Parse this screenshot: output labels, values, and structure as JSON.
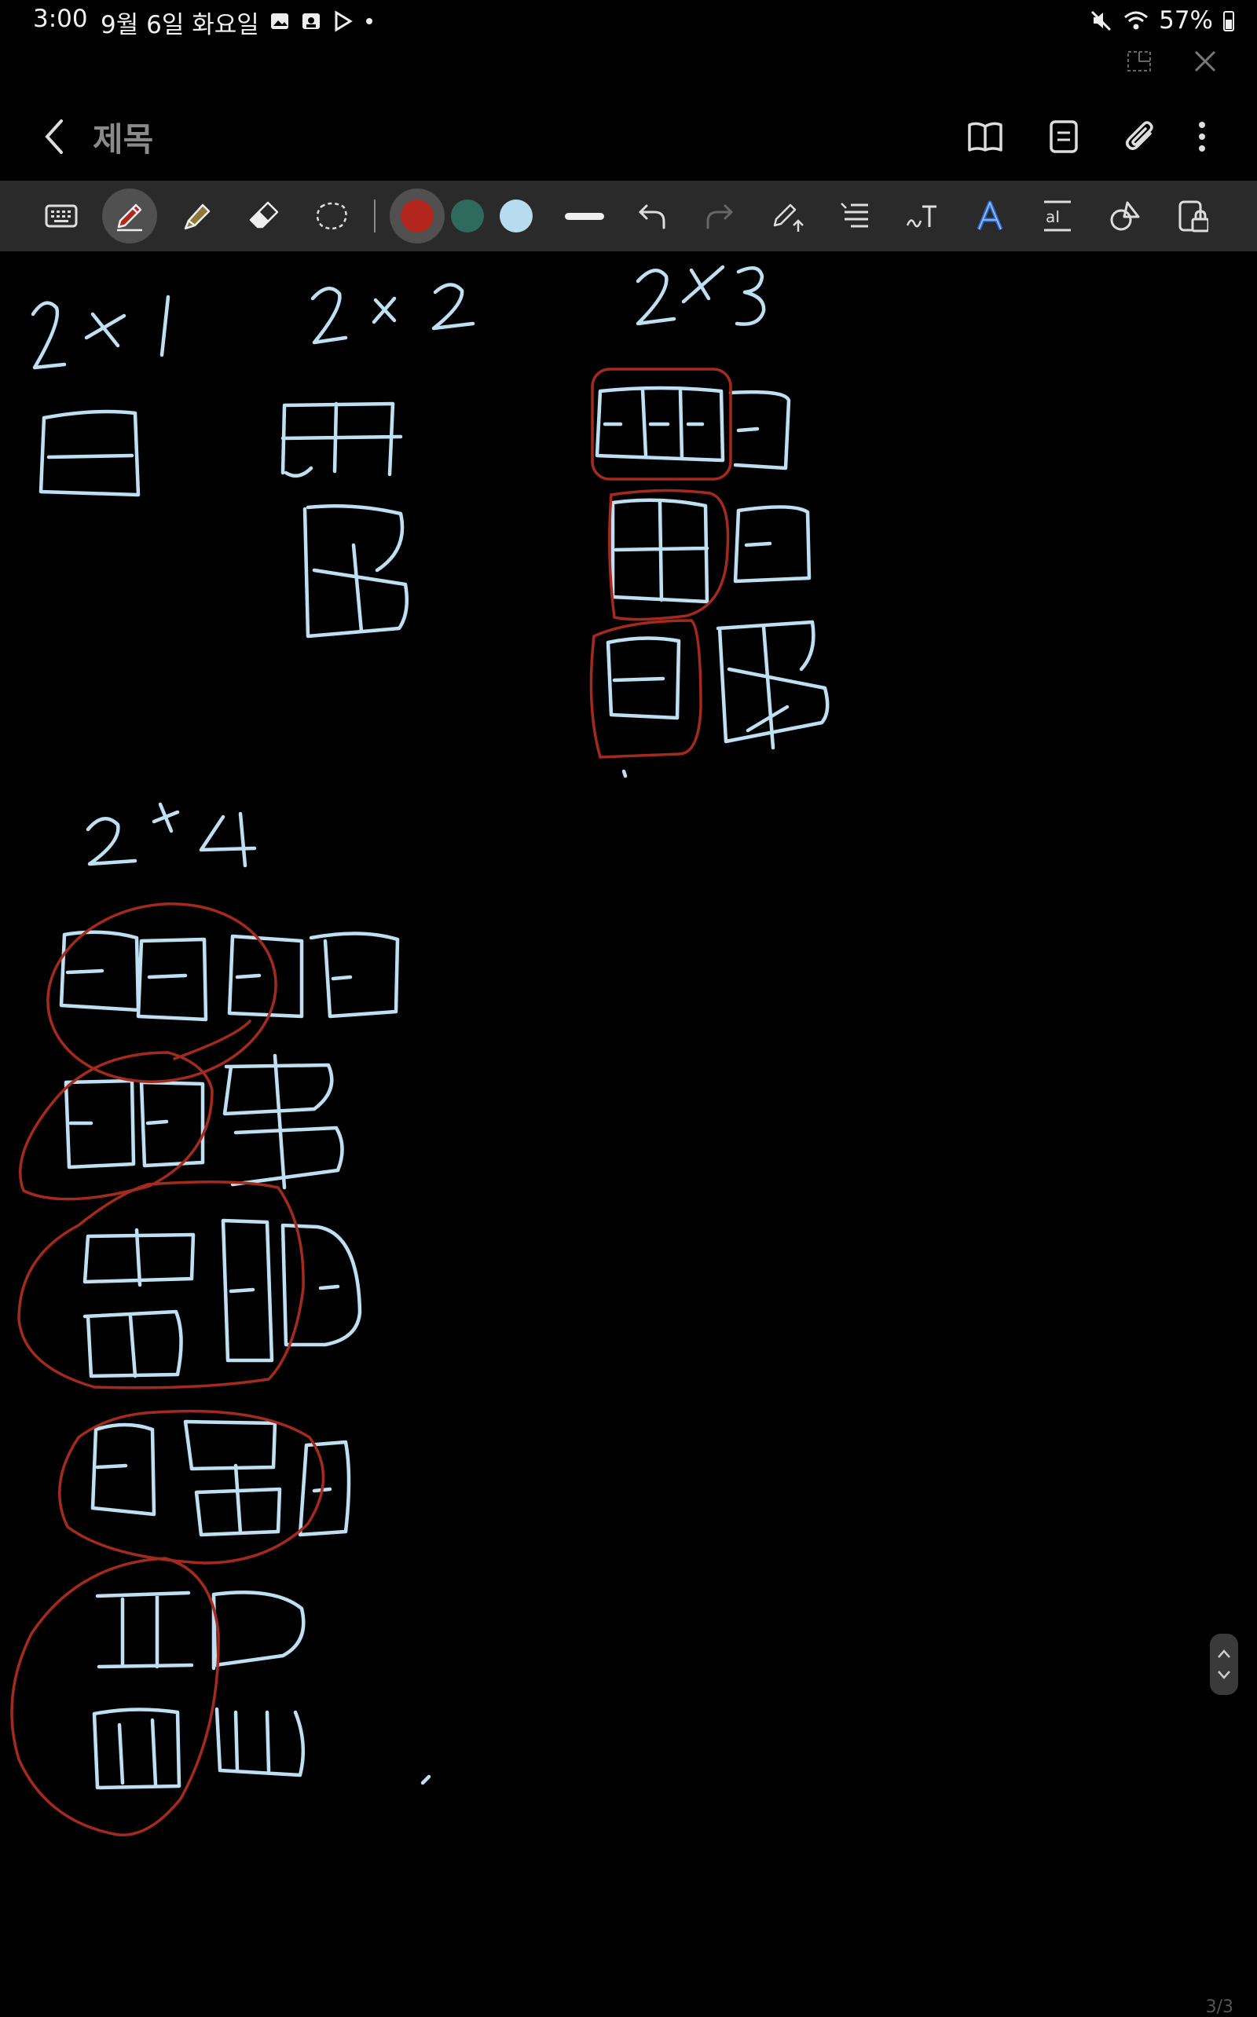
{
  "status_bar": {
    "time": "3:00",
    "date": "9월 6일 화요일",
    "battery": "57%",
    "icons": [
      "gallery-icon",
      "media-icon",
      "play-store-icon",
      "dot-icon",
      "mute-icon",
      "wifi-icon",
      "battery-icon"
    ]
  },
  "app_bar": {
    "title": "제목",
    "icons": [
      "back-icon",
      "book-view-icon",
      "page-view-icon",
      "attach-icon",
      "more-icon"
    ]
  },
  "window_controls": [
    "minimize-window-icon",
    "close-window-icon"
  ],
  "toolbar": {
    "tools": [
      "keyboard",
      "pen",
      "highlighter",
      "eraser",
      "lasso",
      "undo",
      "redo",
      "pen-to-text",
      "text-align",
      "handwriting",
      "text-style",
      "text-fit",
      "shapes",
      "lock"
    ],
    "active_tool": "pen",
    "colors": [
      "#b3261e",
      "#2e6b5e",
      "#b7dcef"
    ],
    "active_color": "#b3261e"
  },
  "canvas": {
    "labels": [
      "2×1",
      "2×2",
      "2×3",
      "2×4"
    ],
    "ink_colors": {
      "stroke": "#bfe0f3",
      "circle": "#a52a1e"
    }
  },
  "page_indicator": "3/3"
}
